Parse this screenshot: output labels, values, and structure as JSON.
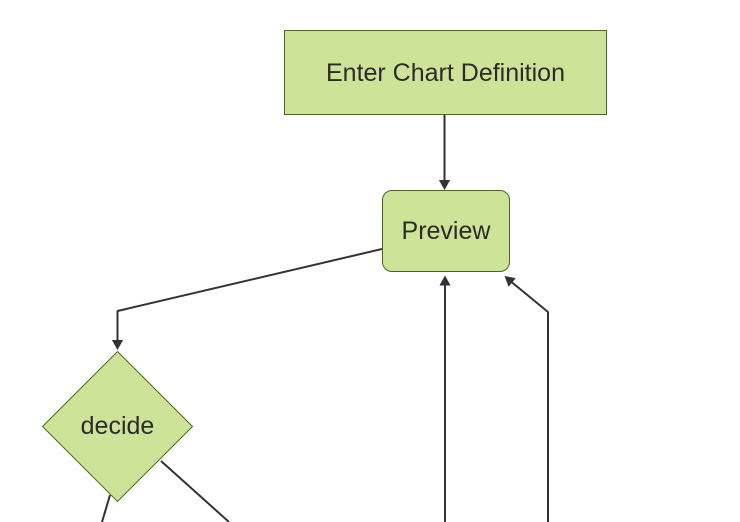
{
  "diagram": {
    "type": "flowchart",
    "direction": "top-down",
    "nodes": [
      {
        "id": "A",
        "label": "Enter Chart Definition",
        "shape": "rectangle"
      },
      {
        "id": "B",
        "label": "Preview",
        "shape": "rounded-rectangle"
      },
      {
        "id": "C",
        "label": "decide",
        "shape": "diamond"
      }
    ],
    "edges": [
      {
        "from": "Enter Chart Definition",
        "to": "Preview",
        "arrowhead": true
      },
      {
        "from": "Preview",
        "to": "decide",
        "arrowhead": true
      },
      {
        "from": "decide",
        "to": "offscreen-bottom-left",
        "arrowhead": false
      },
      {
        "from": "decide",
        "to": "offscreen-bottom-right",
        "arrowhead": false
      },
      {
        "from": "offscreen-bottom",
        "to": "Preview",
        "arrowhead": true
      },
      {
        "from": "offscreen-bottom-right",
        "to": "Preview",
        "arrowhead": true
      }
    ],
    "colors": {
      "node_fill": "#cde498",
      "node_border": "#46691d",
      "edge": "#333333",
      "text": "#2b2b2b",
      "background": "#ffffff"
    }
  }
}
